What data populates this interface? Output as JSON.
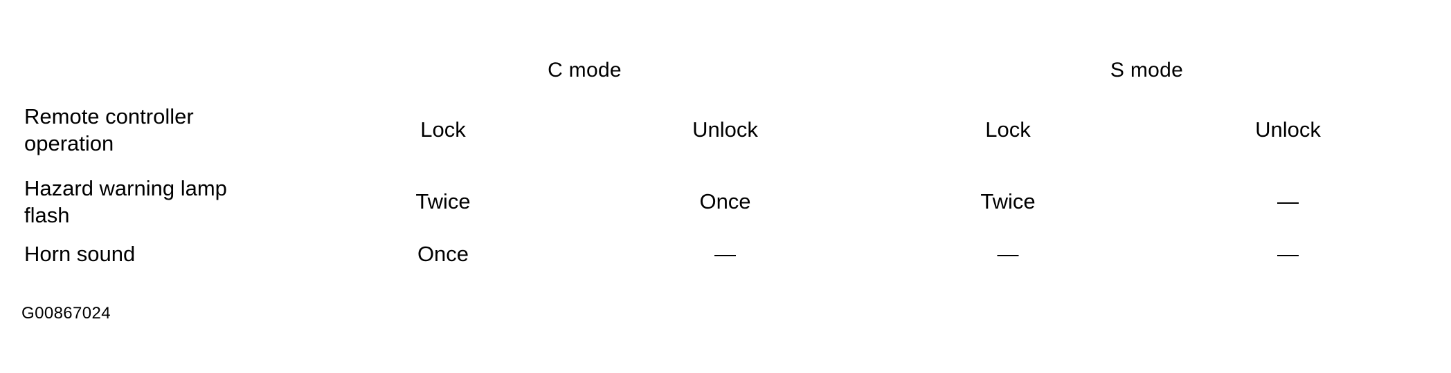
{
  "figure": {
    "caption": "G00867024"
  },
  "table": {
    "corner_label": "",
    "mode_headers": [
      {
        "label": "C mode",
        "span": 2
      },
      {
        "label": "S mode",
        "span": 2
      }
    ],
    "rows": [
      {
        "name": "remote-controller-operation",
        "label_lines": [
          "Remote controller",
          "operation"
        ],
        "values": [
          "Lock",
          "Unlock",
          "Lock",
          "Unlock"
        ]
      },
      {
        "name": "hazard-warning-lamp-flash",
        "label_lines": [
          "Hazard warning lamp",
          "flash"
        ],
        "values": [
          "Twice",
          "Once",
          "Twice",
          "—"
        ]
      },
      {
        "name": "horn-sound",
        "label_lines": [
          "Horn sound"
        ],
        "values": [
          "Once",
          "—",
          "—",
          "—"
        ]
      }
    ]
  },
  "colors": {
    "ink": "#000000",
    "paper": "#ffffff"
  }
}
